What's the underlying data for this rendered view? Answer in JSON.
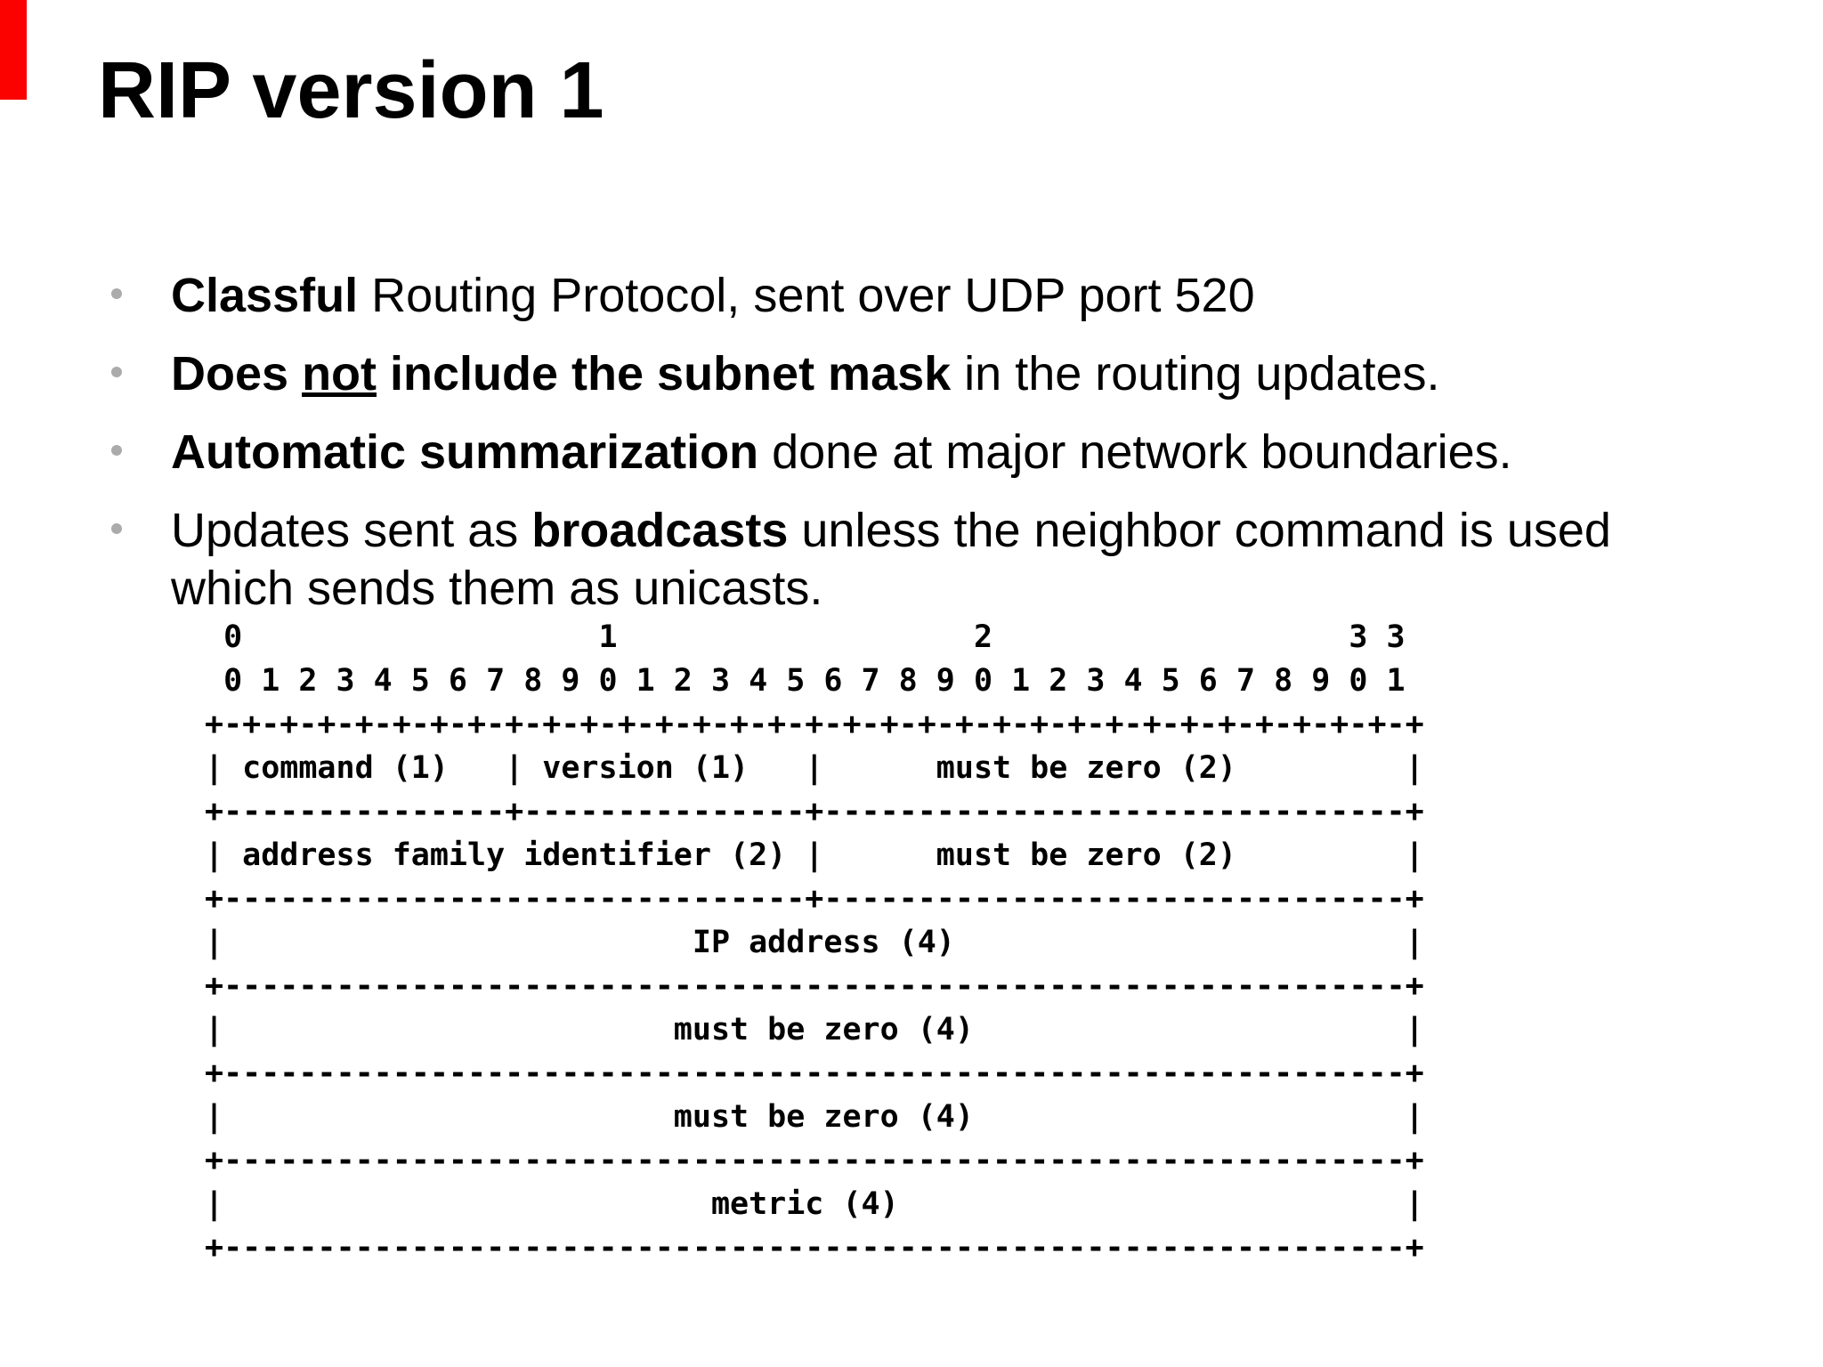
{
  "slide": {
    "title": "RIP version 1",
    "colors": {
      "red_marker": "#fb0200",
      "bullet_dot": "#ababab",
      "text": "#000000",
      "background": "#ffffff"
    }
  },
  "bullets": [
    {
      "runs": [
        {
          "text": "Classful",
          "bold": true
        },
        {
          "text": " Routing Protocol, sent over UDP port 520"
        }
      ]
    },
    {
      "runs": [
        {
          "text": "Does ",
          "bold": true
        },
        {
          "text": "not",
          "bold": true,
          "underline": true
        },
        {
          "text": " include the subnet mask",
          "bold": true
        },
        {
          "text": " in the routing updates."
        }
      ]
    },
    {
      "runs": [
        {
          "text": "Automatic summarization",
          "bold": true
        },
        {
          "text": " done at major network boundaries."
        }
      ]
    },
    {
      "runs": [
        {
          "text": "Updates sent as "
        },
        {
          "text": "broadcasts",
          "bold": true
        },
        {
          "text": " unless the neighbor command is used\nwhich sends them as unicasts."
        }
      ]
    }
  ],
  "packet_diagram": {
    "lines": [
      " 0                   1                   2                   3 3",
      " 0 1 2 3 4 5 6 7 8 9 0 1 2 3 4 5 6 7 8 9 0 1 2 3 4 5 6 7 8 9 0 1",
      "+-+-+-+-+-+-+-+-+-+-+-+-+-+-+-+-+-+-+-+-+-+-+-+-+-+-+-+-+-+-+-+-+",
      "| command (1)   | version (1)   |      must be zero (2)         |",
      "+---------------+---------------+-------------------------------+",
      "| address family identifier (2) |      must be zero (2)         |",
      "+-------------------------------+-------------------------------+",
      "|                         IP address (4)                        |",
      "+---------------------------------------------------------------+",
      "|                        must be zero (4)                       |",
      "+---------------------------------------------------------------+",
      "|                        must be zero (4)                       |",
      "+---------------------------------------------------------------+",
      "|                          metric (4)                           |",
      "+---------------------------------------------------------------+"
    ]
  }
}
